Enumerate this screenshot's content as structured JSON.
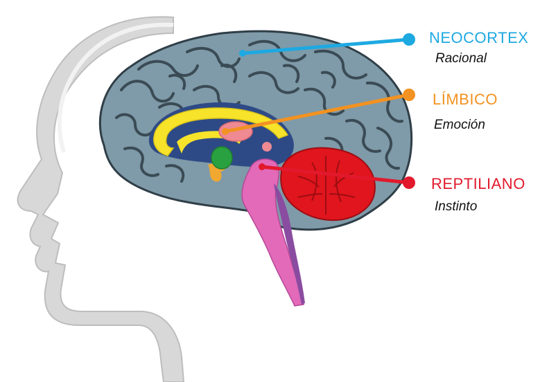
{
  "labels": {
    "neocortex": {
      "title": "NEOCORTEX",
      "subtitle": "Racional"
    },
    "limbico": {
      "title": "LÍMBICO",
      "subtitle": "Emoción"
    },
    "reptiliano": {
      "title": "REPTILIANO",
      "subtitle": "Instinto"
    }
  },
  "colors": {
    "neocortex": "#1ea9e1",
    "limbico": "#f29222",
    "reptiliano": "#e2192c",
    "cortex": "#7f9aa8",
    "cerebellum": "#e0151d",
    "brainstem": "#e26ab9",
    "corpus_callosum": "#f6e32a",
    "thalamus": "#ef8a92",
    "amygdala": "#2aa140",
    "head_silhouette": "#d6d6d6"
  },
  "icons": {
    "neocortex_marker": "dot-marker",
    "limbico_marker": "dot-marker",
    "reptiliano_marker": "dot-marker"
  }
}
